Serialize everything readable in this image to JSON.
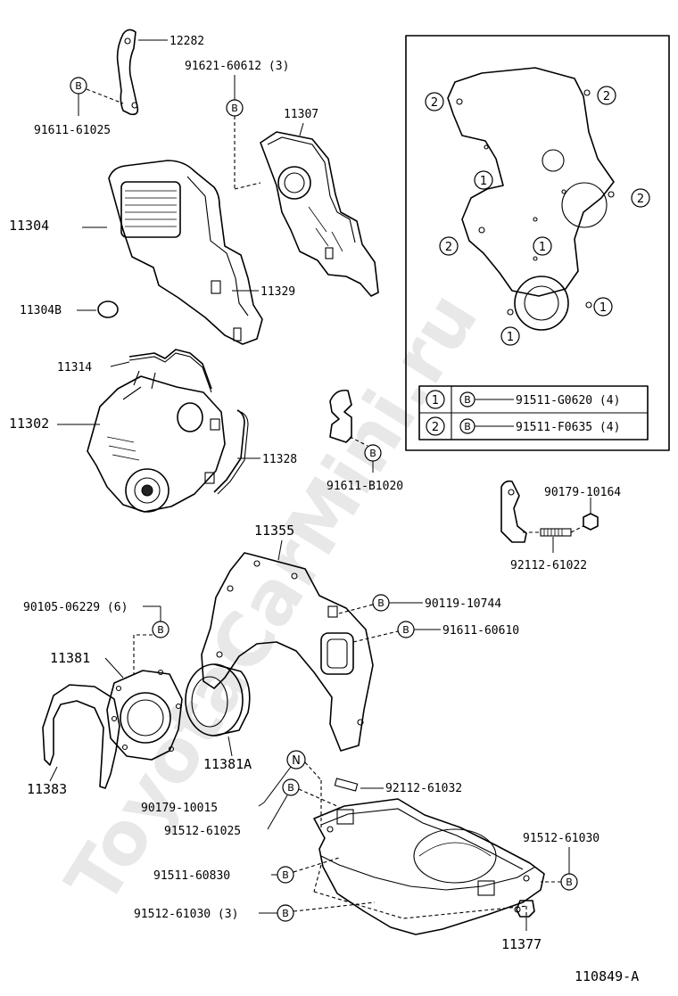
{
  "watermark": "ToyotaCarMini.ru",
  "figure_id": "110849-A",
  "parts": {
    "p12282": "12282",
    "p91611_61025": "91611-61025",
    "p91621_60612": "91621-60612 (3)",
    "p11307": "11307",
    "p11304": "11304",
    "p11329": "11329",
    "p11304B": "11304B",
    "p11314": "11314",
    "p11302": "11302",
    "p11328": "11328",
    "p91611_B1020": "91611-B1020",
    "p90179_10164": "90179-10164",
    "p92112_61022": "92112-61022",
    "p11355": "11355",
    "p90105_06229": "90105-06229 (6)",
    "p90119_10744": "90119-10744",
    "p91611_60610": "91611-60610",
    "p11381": "11381",
    "p11383": "11383",
    "p11381A": "11381A",
    "p92112_61032": "92112-61032",
    "p90179_10015": "90179-10015",
    "p91512_61025": "91512-61025",
    "p91512_61030": "91512-61030",
    "p91511_60830": "91511-60830",
    "p91512_61030_3": "91512-61030 (3)",
    "p11377": "11377"
  },
  "symbols": {
    "b": "B",
    "n": "N",
    "one": "1",
    "two": "2"
  },
  "inset_table": [
    {
      "mark": "1",
      "symbol": "B",
      "part": "91511-G0620 (4)"
    },
    {
      "mark": "2",
      "symbol": "B",
      "part": "91511-F0635 (4)"
    }
  ]
}
